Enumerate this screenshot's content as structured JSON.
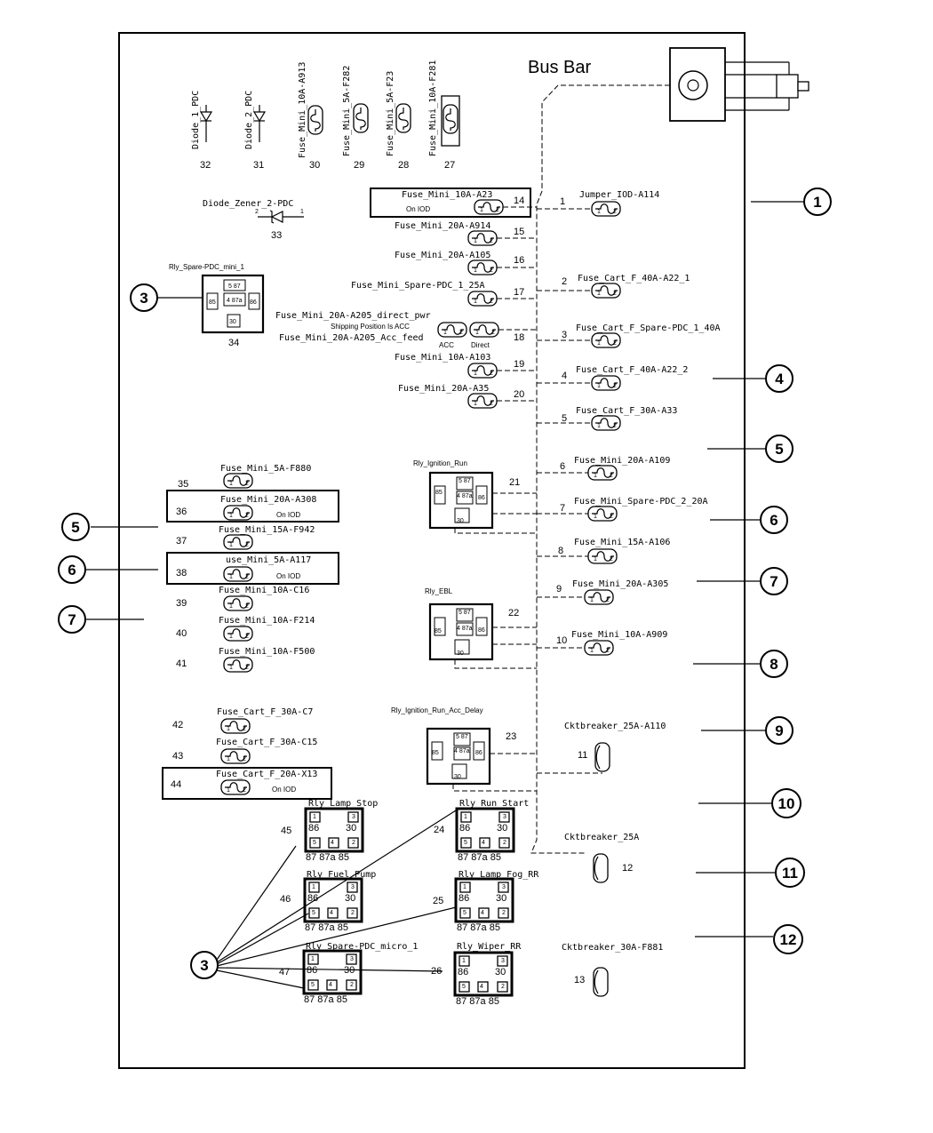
{
  "title": "Bus Bar",
  "top_labels": {
    "diode1": "Diode_1_PDC",
    "diode2": "Diode_2_PDC",
    "f30": "Fuse_Mini_10A-A913",
    "f29": "Fuse_Mini_5A-F282",
    "f28": "Fuse_Mini_5A-F23",
    "f27": "Fuse_Mini_10A-F281"
  },
  "top_numbers": {
    "n32": "32",
    "n31": "31",
    "n30": "30",
    "n29": "29",
    "n28": "28",
    "n27": "27"
  },
  "zener": {
    "label": "Diode_Zener_2-PDC",
    "num": "33",
    "p2": "2",
    "p1": "1"
  },
  "relay34": {
    "label": "Rly_Spare-PDC_mini_1",
    "num": "34"
  },
  "center_fuses": {
    "f14": "Fuse_Mini_10A-A23",
    "f14_sub": "On IOD",
    "f15": "Fuse_Mini_20A-A914",
    "f16": "Fuse_Mini_20A-A105",
    "f17": "Fuse_Mini_Spare-PDC_1_25A",
    "f18a": "Fuse_Mini_20A-A205_direct_pwr",
    "f18_ship": "Shipping Position Is ACC",
    "f18b": "Fuse_Mini_20A-A205_Acc_feed",
    "f18_acc": "ACC",
    "f18_direct": "Direct",
    "f19": "Fuse_Mini_10A-A103",
    "f20": "Fuse_Mini_20A-A35"
  },
  "center_numbers": {
    "n14": "14",
    "n15": "15",
    "n16": "16",
    "n17": "17",
    "n18": "18",
    "n19": "19",
    "n20": "20",
    "n21": "21",
    "n22": "22",
    "n23": "23"
  },
  "right_fuses": [
    {
      "num": "1",
      "label": "Jumper_IOD-A114"
    },
    {
      "num": "2",
      "label": "Fuse_Cart_F_40A-A22_1"
    },
    {
      "num": "3",
      "label": "Fuse_Cart_F_Spare-PDC_1_40A"
    },
    {
      "num": "4",
      "label": "Fuse_Cart_F_40A-A22_2"
    },
    {
      "num": "5",
      "label": "Fuse_Cart_F_30A-A33"
    },
    {
      "num": "6",
      "label": "Fuse_Mini_20A-A109"
    },
    {
      "num": "7",
      "label": "Fuse_Mini_Spare-PDC_2_20A"
    },
    {
      "num": "8",
      "label": "Fuse_Mini_15A-A106"
    },
    {
      "num": "9",
      "label": "Fuse_Mini_20A-A305"
    },
    {
      "num": "10",
      "label": "Fuse_Mini_10A-A909"
    }
  ],
  "breakers": [
    {
      "num": "11",
      "label": "Cktbreaker_25A-A110"
    },
    {
      "num": "12",
      "label": "Cktbreaker_25A"
    },
    {
      "num": "13",
      "label": "Cktbreaker_30A-F881"
    }
  ],
  "left_fuses": [
    {
      "num": "35",
      "label": "Fuse_Mini_5A-F880",
      "sub": ""
    },
    {
      "num": "36",
      "label": "Fuse_Mini_20A-A308",
      "sub": "On IOD"
    },
    {
      "num": "37",
      "label": "Fuse_Mini_15A-F942",
      "sub": ""
    },
    {
      "num": "38",
      "label": "use_Mini_5A-A117",
      "sub": "On IOD"
    },
    {
      "num": "39",
      "label": "Fuse_Mini_10A-C16",
      "sub": ""
    },
    {
      "num": "40",
      "label": "Fuse_Mini_10A-F214",
      "sub": ""
    },
    {
      "num": "41",
      "label": "Fuse_Mini_10A-F500",
      "sub": ""
    },
    {
      "num": "42",
      "label": "Fuse_Cart_F_30A-C7",
      "sub": ""
    },
    {
      "num": "43",
      "label": "Fuse_Cart_F_30A-C15",
      "sub": ""
    },
    {
      "num": "44",
      "label": "Fuse_Cart_F_20A-X13",
      "sub": "On IOD"
    }
  ],
  "mid_relays": [
    {
      "label": "Rly_Ignition_Run"
    },
    {
      "label": "Rly_EBL"
    },
    {
      "label": "Rly_Ignition_Run_Acc_Delay"
    }
  ],
  "relay_pins": {
    "p85": "85",
    "p86": "86",
    "p87": "87",
    "p87a": "87a",
    "p30": "30",
    "p5": "5",
    "p4": "4",
    "p1": "1",
    "p2": "2",
    "p3": "3"
  },
  "micro_relays": [
    {
      "num": "45",
      "label": "Rly_Lamp_Stop"
    },
    {
      "num": "46",
      "label": "Rly_Fuel_Pump"
    },
    {
      "num": "47",
      "label": "Rly_Spare-PDC_micro_1"
    },
    {
      "num": "24",
      "label": "Rly_Run_Start"
    },
    {
      "num": "25",
      "label": "Rly_Lamp_Fog_RR"
    },
    {
      "num": "26",
      "label": "Rly_Wiper_RR"
    }
  ],
  "micro_pins": {
    "p86": "86",
    "p30": "30",
    "p87": "87",
    "p87a": "87a",
    "p85": "85",
    "p1": "1",
    "p3": "3",
    "p4": "4",
    "p5": "5",
    "p2": "2"
  },
  "callouts": {
    "c1": "1",
    "c3a": "3",
    "c3b": "3",
    "c4": "4",
    "c5r": "5",
    "c5l": "5",
    "c6r": "6",
    "c6l": "6",
    "c7r": "7",
    "c7l": "7",
    "c8": "8",
    "c9": "9",
    "c10": "10",
    "c11": "11",
    "c12": "12"
  }
}
